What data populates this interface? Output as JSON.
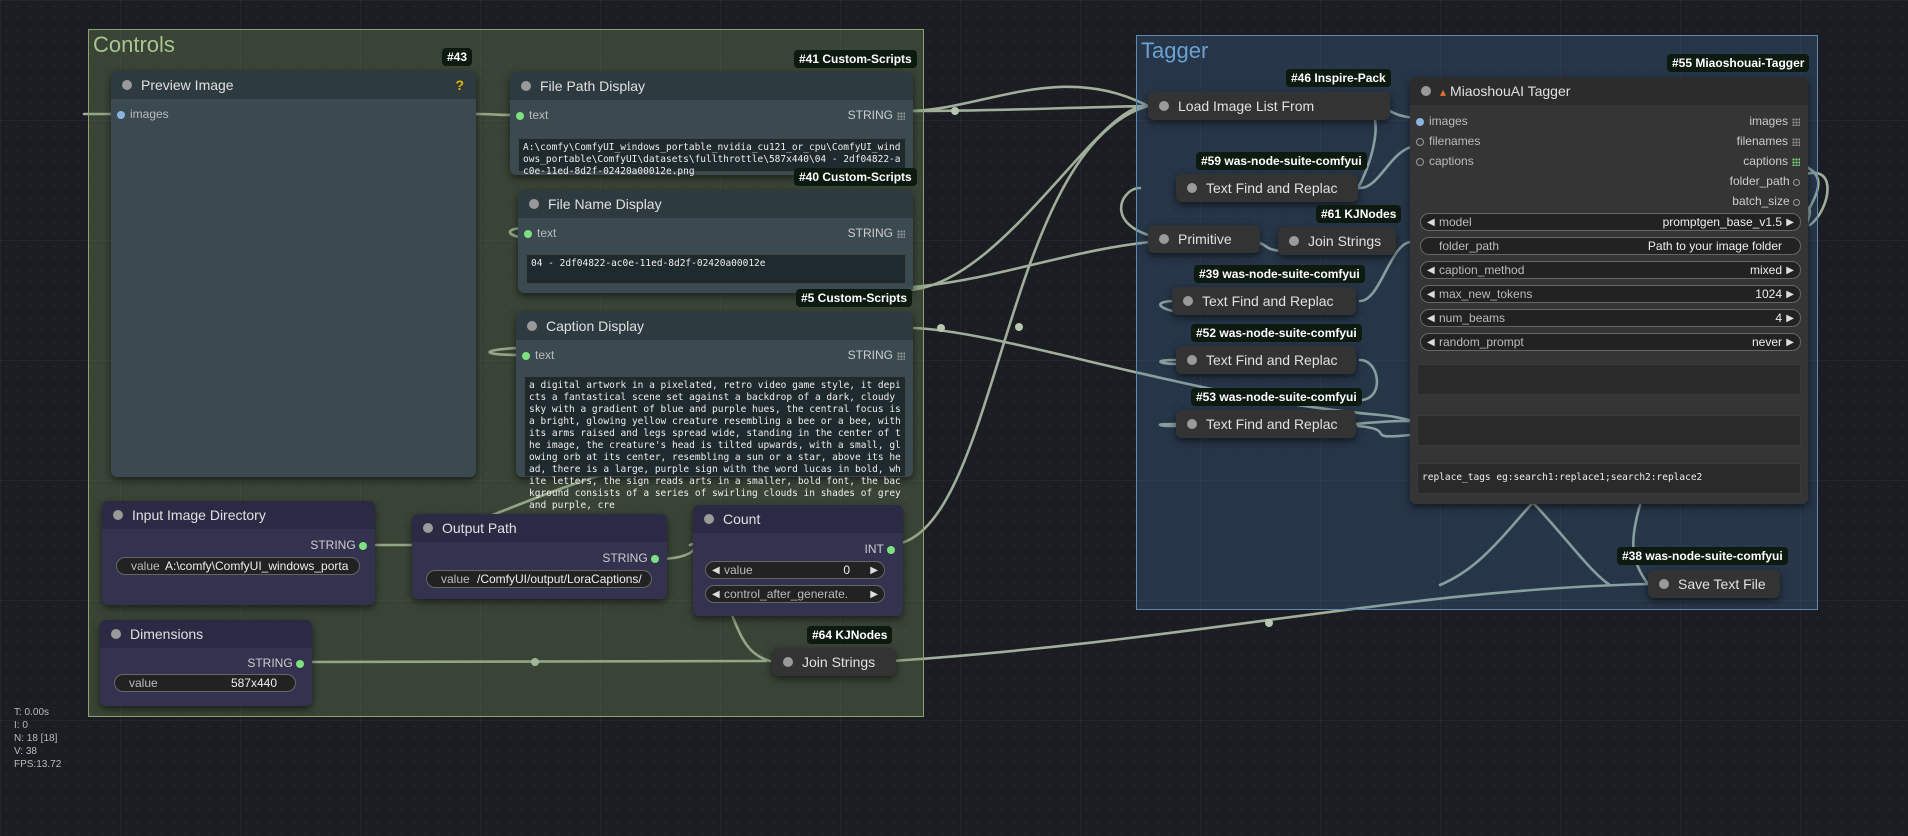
{
  "groups": {
    "controls": "Controls",
    "tagger": "Tagger"
  },
  "badges": {
    "n43": "#43",
    "n41": "#41 Custom-Scripts",
    "n40": "#40 Custom-Scripts",
    "n5": "#5 Custom-Scripts",
    "n46": "#46 Inspire-Pack",
    "n55": "#55 Miaoshouai-Tagger",
    "n59": "#59 was-node-suite-comfyui",
    "n61": "#61 KJNodes",
    "n39": "#39 was-node-suite-comfyui",
    "n52": "#52 was-node-suite-comfyui",
    "n53": "#53 was-node-suite-comfyui",
    "n38": "#38 was-node-suite-comfyui",
    "n64": "#64 KJNodes"
  },
  "preview_image": {
    "title": "Preview Image",
    "warn": "?",
    "input": "images"
  },
  "file_path_display": {
    "title": "File Path Display",
    "slot": "text",
    "type": "STRING",
    "value": "A:\\comfy\\ComfyUI_windows_portable_nvidia_cu121_or_cpu\\ComfyUI_windows_portable\\ComfyUI\\datasets\\fullthrottle\\587x440\\04 - 2df04822-ac0e-11ed-8d2f-02420a00012e.png"
  },
  "file_name_display": {
    "title": "File Name Display",
    "slot": "text",
    "type": "STRING",
    "value": "04 - 2df04822-ac0e-11ed-8d2f-02420a00012e"
  },
  "caption_display": {
    "title": "Caption Display",
    "slot": "text",
    "type": "STRING",
    "value": "a digital artwork in a pixelated, retro video game style, it depicts a fantastical scene set against a backdrop of a dark, cloudy sky with a gradient of blue and purple hues, the central focus is a bright, glowing yellow creature resembling a bee or a bee, with its arms raised and legs spread wide, standing in the center of the image, the creature's head is tilted upwards, with a small, glowing orb at its center, resembling a sun or a star, above its head, there is a large, purple sign with the word lucas in bold, white letters, the sign reads arts in a smaller, bold font, the background consists of a series of swirling clouds in shades of grey and purple, cre"
  },
  "input_image_directory": {
    "title": "Input Image Directory",
    "type": "STRING",
    "label": "value",
    "value": "A:\\comfy\\ComfyUI_windows_porta"
  },
  "output_path": {
    "title": "Output Path",
    "type": "STRING",
    "label": "value",
    "value": "/ComfyUI/output/LoraCaptions/"
  },
  "count": {
    "title": "Count",
    "type": "INT",
    "value_label": "value",
    "value": "0",
    "control_label": "control_after_generate."
  },
  "dimensions": {
    "title": "Dimensions",
    "type": "STRING",
    "label": "value",
    "value": "587x440"
  },
  "join_strings_64": {
    "title": "Join Strings"
  },
  "load_image_list": {
    "title": "Load Image List From"
  },
  "text_find_59": {
    "title": "Text Find and Replac"
  },
  "primitive": {
    "title": "Primitive"
  },
  "join_strings_61": {
    "title": "Join Strings"
  },
  "text_find_39": {
    "title": "Text Find and Replac"
  },
  "text_find_52": {
    "title": "Text Find and Replac"
  },
  "text_find_53": {
    "title": "Text Find and Replac"
  },
  "save_text_file": {
    "title": "Save Text File"
  },
  "tagger": {
    "title": "MiaoshouAI Tagger",
    "inputs": [
      "images",
      "filenames",
      "captions"
    ],
    "outputs": [
      "images",
      "filenames",
      "captions",
      "folder_path",
      "batch_size"
    ],
    "model_label": "model",
    "model_value": "promptgen_base_v1.5",
    "folder_label": "folder_path",
    "folder_value": "Path to your image folder",
    "caption_method_label": "caption_method",
    "caption_method_value": "mixed",
    "max_tokens_label": "max_new_tokens",
    "max_tokens_value": "1024",
    "num_beams_label": "num_beams",
    "num_beams_value": "4",
    "random_prompt_label": "random_prompt",
    "random_prompt_value": "never",
    "replace_tags": "replace_tags eg:search1:replace1;search2:replace2"
  },
  "stats": [
    "T: 0.00s",
    "I: 0",
    "N: 18 [18]",
    "V: 38",
    "FPS:13.72"
  ]
}
